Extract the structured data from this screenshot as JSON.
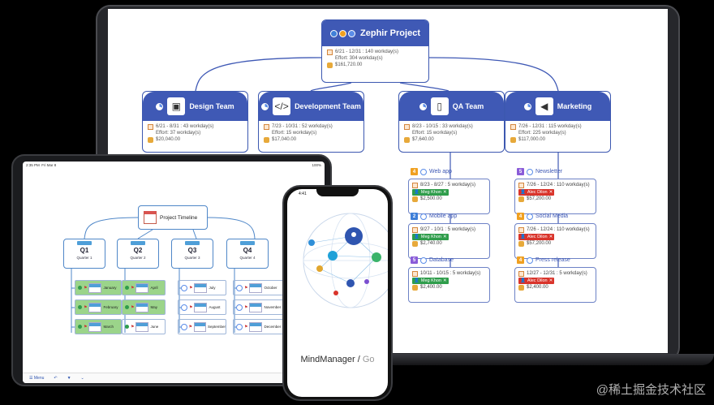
{
  "root": {
    "title": "Zephir Project",
    "dates": "6/21 - 12/31 : 140 workday(s)",
    "effort": "Effort: 304 workday(s)",
    "cost": "$161,720.00"
  },
  "teams": [
    {
      "title": "Design Team",
      "icon": "easel-icon",
      "dates": "6/21 - 8/31 : 43 workday(s)",
      "effort": "Effort: 37 workday(s)",
      "cost": "$20,040.00"
    },
    {
      "title": "Development Team",
      "icon": "code-icon",
      "dates": "7/23 - 10/31 : 52 workday(s)",
      "effort": "Effort: 15 workday(s)",
      "cost": "$17,040.00"
    },
    {
      "title": "QA Team",
      "icon": "phone-icon",
      "dates": "8/23 - 10/15 : 33 workday(s)",
      "effort": "Effort: 15 workday(s)",
      "cost": "$7,640.00"
    },
    {
      "title": "Marketing",
      "icon": "megaphone-icon",
      "dates": "7/26 - 12/31 : 115 workday(s)",
      "effort": "Effort: 225 workday(s)",
      "cost": "$117,000.00"
    }
  ],
  "qa_tasks": [
    {
      "badge": "4",
      "badge_color": "#f0a020",
      "title": "Web app",
      "dates": "8/23 - 8/27 : 5 workday(s)",
      "person": "Meg Khon",
      "cost": "$2,500.00"
    },
    {
      "badge": "2",
      "badge_color": "#3f7fd8",
      "title": "Mobile app",
      "dates": "9/27 - 10/1 : 5 workday(s)",
      "person": "Meg Khon",
      "cost": "$2,740.00"
    },
    {
      "badge": "5",
      "badge_color": "#8a5cd8",
      "title": "Database",
      "dates": "10/11 - 10/15 : 5 workday(s)",
      "person": "Meg Khon",
      "cost": "$2,400.00"
    }
  ],
  "marketing_tasks": [
    {
      "badge": "5",
      "badge_color": "#8a5cd8",
      "title": "Newsletter",
      "dates": "7/26 - 12/24 : 110 workday(s)",
      "person": "Alec Dilon",
      "cost": "$57,200.00"
    },
    {
      "badge": "4",
      "badge_color": "#f0a020",
      "title": "Social Media",
      "dates": "7/26 - 12/24 : 110 workday(s)",
      "person": "Alec Dilon",
      "cost": "$57,200.00"
    },
    {
      "badge": "4",
      "badge_color": "#f0a020",
      "title": "Press release",
      "dates": "12/27 - 12/31 : 5 workday(s)",
      "person": "Alec Dilon",
      "cost": "$2,400.00"
    }
  ],
  "tablet": {
    "time": "2:35 PM",
    "date": "Fri Mar 8",
    "battery": "100%",
    "timeline_title": "Project Timeline",
    "quarters": [
      {
        "name": "Q1",
        "sub": "Quarter 1",
        "months": [
          {
            "abbr": "JAN",
            "label": "January"
          },
          {
            "abbr": "FEB",
            "label": "February"
          },
          {
            "abbr": "MAR",
            "label": "March"
          }
        ]
      },
      {
        "name": "Q2",
        "sub": "Quarter 2",
        "months": [
          {
            "abbr": "APR",
            "label": "April"
          },
          {
            "abbr": "MAY",
            "label": "May"
          },
          {
            "abbr": "JUN",
            "label": "June"
          }
        ]
      },
      {
        "name": "Q3",
        "sub": "Quarter 3",
        "months": [
          {
            "abbr": "JUL",
            "label": "July"
          },
          {
            "abbr": "AUG",
            "label": "August"
          },
          {
            "abbr": "SEP",
            "label": "September"
          }
        ]
      },
      {
        "name": "Q4",
        "sub": "Quarter 4",
        "months": [
          {
            "abbr": "OCT",
            "label": "October"
          },
          {
            "abbr": "NOV",
            "label": "November"
          },
          {
            "abbr": "DEC",
            "label": "December"
          }
        ]
      }
    ],
    "toolbar_menu": "Menu"
  },
  "phone": {
    "time": "4:41",
    "brand_main": "MindManager",
    "brand_sub": "Go"
  },
  "watermark": "@稀土掘金技术社区",
  "colors": {
    "primary": "#3f59b5",
    "green": "#2f9d4b",
    "red": "#d9342b"
  }
}
